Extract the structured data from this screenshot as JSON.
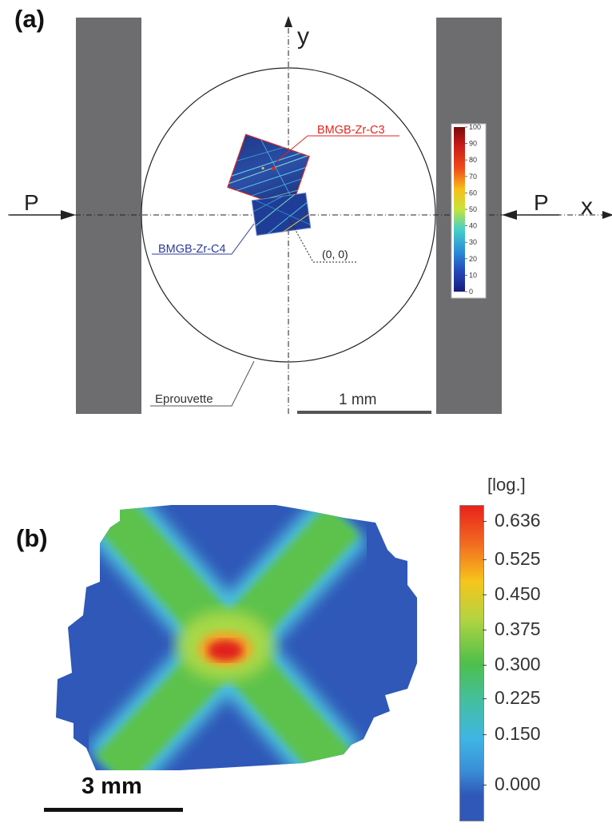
{
  "panel_a": {
    "label": "(a)",
    "axis_x": "x",
    "axis_y": "y",
    "load_left": "P",
    "load_right": "P",
    "specimen_label": "Eprouvette",
    "label_c3": "BMGB-Zr-C3",
    "label_c4": "BMGB-Zr-C4",
    "origin_label": "(0, 0)",
    "scale_text": "1 mm",
    "colorbar_ticks": [
      "100",
      "90",
      "80",
      "70",
      "60",
      "50",
      "40",
      "30",
      "20",
      "10",
      "0"
    ],
    "colors": {
      "c3_label": "#e0261f",
      "c4_label": "#2e3c9c",
      "pad": "#6d6d6f"
    }
  },
  "panel_b": {
    "label": "(b)",
    "unit": "[log.]",
    "colorbar_ticks": [
      "0.636",
      "0.525",
      "0.450",
      "0.375",
      "0.300",
      "0.225",
      "0.150",
      "0.000"
    ],
    "scale_text": "3 mm",
    "colors": {
      "low": "#2f58b8",
      "mid": "#55c04a",
      "high": "#e0201b"
    }
  }
}
